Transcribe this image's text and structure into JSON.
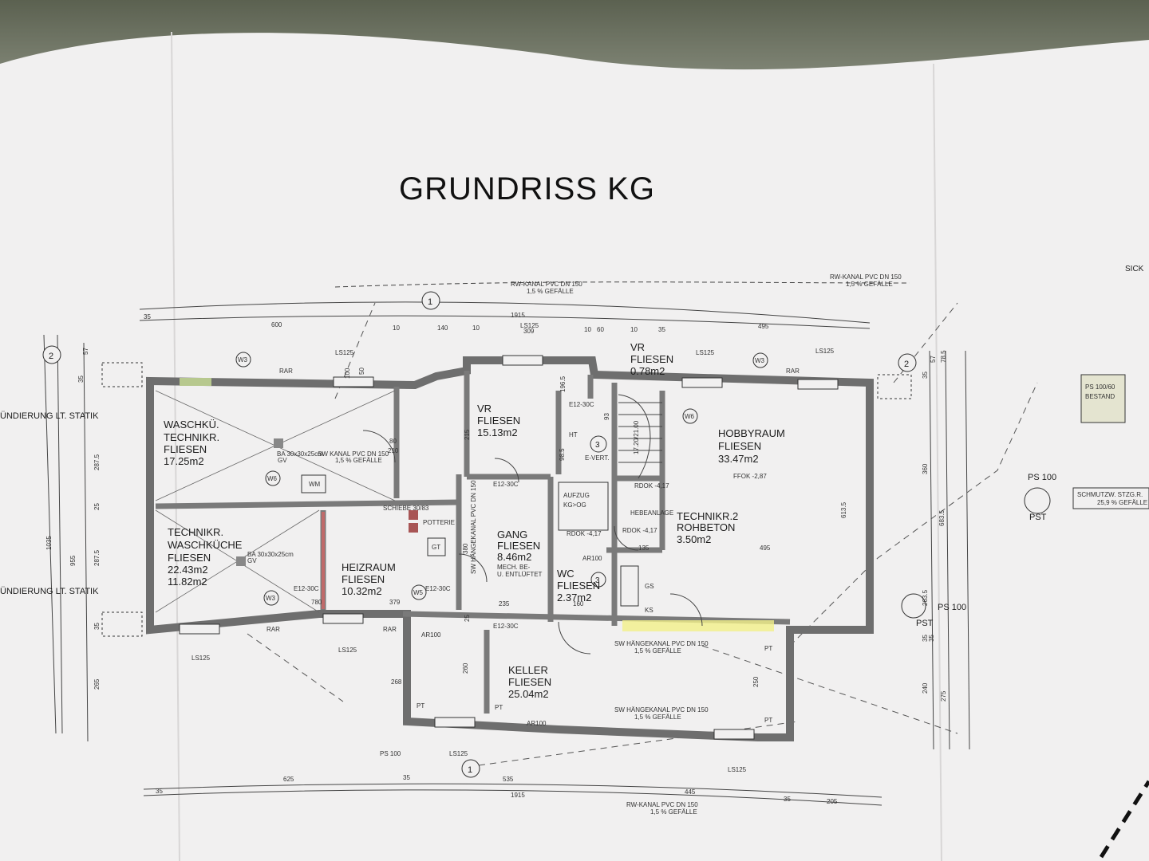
{
  "title": "GRUNDRISS KG",
  "corner_text": "SICK",
  "gridmarks": [
    "1",
    "2",
    "2",
    "1",
    "3",
    "3"
  ],
  "rooms": [
    {
      "name": "WASCHKÜ.",
      "name2": "TECHNIKR.",
      "finish": "FLIESEN",
      "area": "17.25m2"
    },
    {
      "name": "TECHNIKR.",
      "name2": "WASCHKÜCHE",
      "finish": "FLIESEN",
      "area": "22.43m2",
      "area2": "11.82m2"
    },
    {
      "name": "HEIZRAUM",
      "finish": "FLIESEN",
      "area": "10.32m2"
    },
    {
      "name": "VR",
      "finish": "FLIESEN",
      "area": "15.13m2"
    },
    {
      "name": "VR",
      "finish": "FLIESEN",
      "area": "0.78m2"
    },
    {
      "name": "GANG",
      "finish": "FLIESEN",
      "area": "8.46m2",
      "note": "MECH. BE-",
      "note2": "U. ENTLÜFTET"
    },
    {
      "name": "WC",
      "finish": "FLIESEN",
      "area": "2.37m2"
    },
    {
      "name": "HOBBYRAUM",
      "finish": "FLIESEN",
      "area": "33.47m2"
    },
    {
      "name": "TECHNIKR.2",
      "finish": "ROHBETON",
      "area": "3.50m2"
    },
    {
      "name": "KELLER",
      "finish": "FLIESEN",
      "area": "25.04m2"
    }
  ],
  "labels": {
    "aufzug": "AUFZUG",
    "aufzug2": "KG>OG",
    "ht": "HT",
    "evert": "E-VERT.",
    "wm": "WM",
    "gt": "GT",
    "potterie": "POTTERIE",
    "ffok": "FFOK -2,87",
    "rdok1": "RDOK -4,17",
    "rdok2": "RDOK -4,17",
    "rdok3": "RDOK -4,17",
    "hebeanlage": "HEBEANLAGE",
    "gs": "GS",
    "ks": "KS",
    "ba1": "BA 30x30x25cm",
    "ba2": "BA 30x30x25cm",
    "gv": "GV",
    "gv2": "GV",
    "fund1": "ÜNDIERUNG LT. STATIK",
    "fund2": "ÜNDIERUNG LT. STATIK",
    "ps100a": "PS 100",
    "pst": "PST",
    "ps100b": "PS 100",
    "pst2": "PST",
    "schmutz": "SCHMUTZW. STZG.R.",
    "schmutz2": "25,9 % GEFÄLLE",
    "ps100_60": "PS 100/60",
    "bestand": "BESTAND",
    "w3": "W3",
    "w6": "W6",
    "w5": "W5",
    "rar": "RAR",
    "ar100": "AR100",
    "pt": "PT",
    "ls125": "LS125",
    "e12": "E12-30C",
    "kanal_rw": "RW-KANAL PVC DN 150",
    "gefaelle": "1,5 % GEFÄLLE",
    "kanal_sw": "SW KANAL PVC DN 150",
    "kanal_swh": "SW HÄNGEKANAL PVC DN 150",
    "kanal_swh_gang": "SW HÄNGEKANAL PVC DN 150",
    "schiebe": "SCHIEBE 30/83",
    "ps100faded": "PS 100"
  },
  "dims": {
    "top": [
      "35",
      "600",
      "10",
      "140",
      "10",
      "309",
      "10",
      "60",
      "10",
      "35",
      "495",
      "1915"
    ],
    "bottom": [
      "35",
      "625",
      "35",
      "535",
      "445",
      "35",
      "205",
      "1915"
    ],
    "left": [
      "35",
      "57",
      "287.5",
      "25",
      "287.5",
      "1035",
      "955",
      "35",
      "265"
    ],
    "right": [
      "35",
      "57",
      "78.5",
      "360",
      "683.5",
      "613.5",
      "35",
      "240",
      "275",
      "263.5",
      "35"
    ],
    "inner": [
      "80",
      "210",
      "100",
      "50",
      "196.5",
      "93",
      "98.5",
      "215",
      "379",
      "495",
      "235",
      "380",
      "780",
      "160",
      "135",
      "17.20/21.00",
      "250",
      "260",
      "268",
      "25"
    ]
  }
}
